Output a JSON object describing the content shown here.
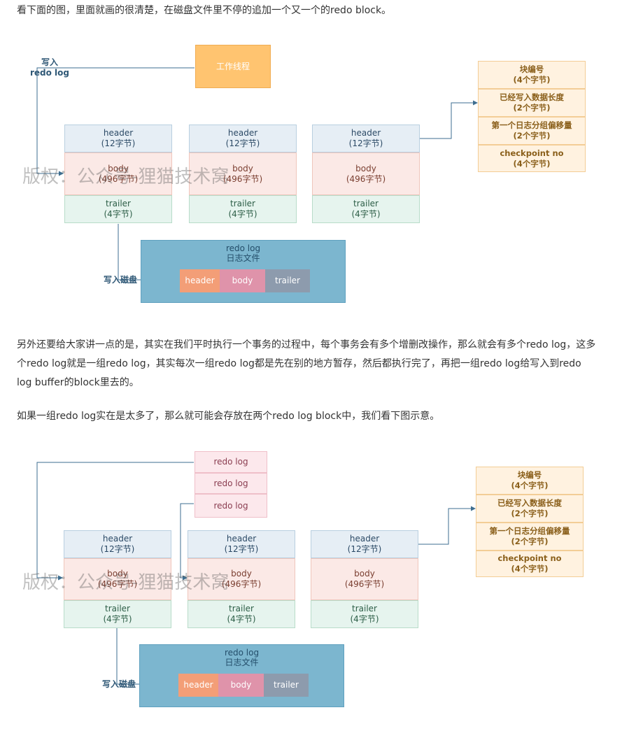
{
  "paragraphs": {
    "intro": "看下面的图，里面就画的很清楚，在磁盘文件里不停的追加一个又一个的redo block。",
    "p2": "另外还要给大家讲一点的是，其实在我们平时执行一个事务的过程中，每个事务会有多个增删改操作，那么就会有多个redo log，这多个redo log就是一组redo log，其实每次一组redo log都是先在别的地方暂存，然后都执行完了，再把一组redo log给写入到redo log buffer的block里去的。",
    "p3": "如果一组redo log实在是太多了，那么就可能会存放在两个redo log block中，我们看下图示意。"
  },
  "diagram1": {
    "write_label_line1": "写入",
    "write_label_line2": "redo log",
    "worker": "工作线程",
    "blocks": [
      {
        "header": "header",
        "header_size": "(12字节)",
        "body": "body",
        "body_size": "(496字节)",
        "trailer": "trailer",
        "trailer_size": "(4字节)"
      },
      {
        "header": "header",
        "header_size": "(12字节)",
        "body": "body",
        "body_size": "(496字节)",
        "trailer": "trailer",
        "trailer_size": "(4字节)"
      },
      {
        "header": "header",
        "header_size": "(12字节)",
        "body": "body",
        "body_size": "(496字节)",
        "trailer": "trailer",
        "trailer_size": "(4字节)"
      }
    ],
    "header_fields": [
      {
        "name": "块编号",
        "size": "(4个字节)"
      },
      {
        "name": "已经写入数据长度",
        "size": "(2个字节)"
      },
      {
        "name": "第一个日志分组偏移量",
        "size": "(2个字节)"
      },
      {
        "name": "checkpoint no",
        "size": "(4个字节)"
      }
    ],
    "disk_label": "写入磁盘",
    "log_file_line1": "redo log",
    "log_file_line2": "日志文件",
    "log_file_cells": [
      "header",
      "body",
      "trailer"
    ],
    "watermark": "版权：公众号-狸猫技术窝"
  },
  "diagram2": {
    "redo_logs": [
      "redo log",
      "redo log",
      "redo log"
    ],
    "blocks": [
      {
        "header": "header",
        "header_size": "(12字节)",
        "body": "body",
        "body_size": "(496字节)",
        "trailer": "trailer",
        "trailer_size": "(4字节)"
      },
      {
        "header": "header",
        "header_size": "(12字节)",
        "body": "body",
        "body_size": "(496字节)",
        "trailer": "trailer",
        "trailer_size": "(4字节)"
      },
      {
        "header": "header",
        "header_size": "(12字节)",
        "body": "body",
        "body_size": "(496字节)",
        "trailer": "trailer",
        "trailer_size": "(4字节)"
      }
    ],
    "header_fields": [
      {
        "name": "块编号",
        "size": "(4个字节)"
      },
      {
        "name": "已经写入数据长度",
        "size": "(2个字节)"
      },
      {
        "name": "第一个日志分组偏移量",
        "size": "(2个字节)"
      },
      {
        "name": "checkpoint no",
        "size": "(4个字节)"
      }
    ],
    "disk_label": "写入磁盘",
    "log_file_line1": "redo log",
    "log_file_line2": "日志文件",
    "log_file_cells": [
      "header",
      "body",
      "trailer"
    ],
    "watermark": "版权：公众号-狸猫技术窝"
  },
  "colors": {
    "connector": "#3e6e90",
    "worker_fill": "#ffc470",
    "log_file_fill": "#7cb6cf"
  }
}
